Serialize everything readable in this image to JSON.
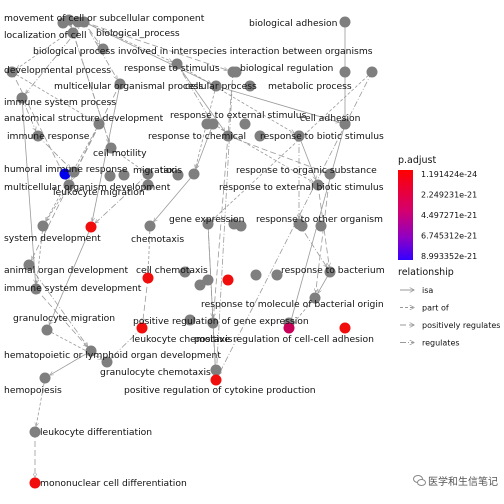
{
  "legend": {
    "padjust_title": "p.adjust",
    "padjust_ticks": [
      "1.191424e-24",
      "2.249231e-21",
      "4.497271e-21",
      "6.745312e-21",
      "8.993352e-21"
    ],
    "gradient_colors": [
      "#ff0000",
      "#d4006e",
      "#8f00c4",
      "#3300ff"
    ],
    "relationship_title": "relationship",
    "relationships": [
      {
        "label": "isa",
        "style": "solid"
      },
      {
        "label": "part of",
        "style": "dash"
      },
      {
        "label": "positively regulates",
        "style": "longdash"
      },
      {
        "label": "regulates",
        "style": "dotdash"
      }
    ]
  },
  "colors": {
    "grey_node": "#7f7f7f",
    "edge": "#9a9a9a"
  },
  "watermark": "医学和生信笔记",
  "nodes": [
    {
      "id": "mcsc",
      "label": "movement of cell or subcellular component"
    },
    {
      "id": "loc",
      "label": "localization of cell"
    },
    {
      "id": "bp",
      "label": "biological_process"
    },
    {
      "id": "bioad",
      "label": "biological adhesion"
    },
    {
      "id": "bio_ca",
      "label": "biological process involved in interspecies interaction between organisms"
    },
    {
      "id": "dev",
      "label": "developmental process"
    },
    {
      "id": "rstim",
      "label": "response to stimulus"
    },
    {
      "id": "breg",
      "label": "biological regulation"
    },
    {
      "id": "mop",
      "label": "multicellular organismal process"
    },
    {
      "id": "cp",
      "label": "cellular process"
    },
    {
      "id": "mp",
      "label": "metabolic process"
    },
    {
      "id": "isp",
      "label": "immune system process"
    },
    {
      "id": "rext",
      "label": "response to external stimulus"
    },
    {
      "id": "asd",
      "label": "anatomical structure development"
    },
    {
      "id": "cad",
      "label": "cell adhesion"
    },
    {
      "id": "ir",
      "label": "immune response"
    },
    {
      "id": "rchem",
      "label": "response to chemical"
    },
    {
      "id": "rbio",
      "label": "response to biotic stimulus"
    },
    {
      "id": "cmot",
      "label": "cell motility"
    },
    {
      "id": "hir",
      "label": "humoral immune response"
    },
    {
      "id": "mig",
      "label": "migration"
    },
    {
      "id": "taxis",
      "label": "taxis"
    },
    {
      "id": "ros",
      "label": "response to organic substance"
    },
    {
      "id": "mod",
      "label": "multicellular organism development"
    },
    {
      "id": "rebs",
      "label": "response to external biotic stimulus"
    },
    {
      "id": "lmig",
      "label": "leukocyte migration"
    },
    {
      "id": "gex",
      "label": "gene expression"
    },
    {
      "id": "roo",
      "label": "response to other organism"
    },
    {
      "id": "sdev",
      "label": "system development"
    },
    {
      "id": "chemo",
      "label": "chemotaxis"
    },
    {
      "id": "aod",
      "label": "animal organ development"
    },
    {
      "id": "cchemo",
      "label": "cell chemotaxis"
    },
    {
      "id": "rbact",
      "label": "response to bacterium"
    },
    {
      "id": "isd",
      "label": "immune system development"
    },
    {
      "id": "rmbo",
      "label": "response to molecule of bacterial origin"
    },
    {
      "id": "gmig",
      "label": "granulocyte migration"
    },
    {
      "id": "prge",
      "label": "positive regulation of gene expression"
    },
    {
      "id": "lchemo",
      "label": "leukocyte chemotaxis"
    },
    {
      "id": "prcca",
      "label": "positive regulation of cell-cell adhesion"
    },
    {
      "id": "hlod",
      "label": "hematopoietic or lymphoid organ development"
    },
    {
      "id": "gchemo",
      "label": "granulocyte chemotaxis"
    },
    {
      "id": "hemo",
      "label": "hemopoiesis"
    },
    {
      "id": "prcp",
      "label": "positive regulation of cytokine production"
    },
    {
      "id": "ldiff",
      "label": "leukocyte differentiation"
    },
    {
      "id": "mcd",
      "label": "mononuclear cell differentiation"
    }
  ]
}
